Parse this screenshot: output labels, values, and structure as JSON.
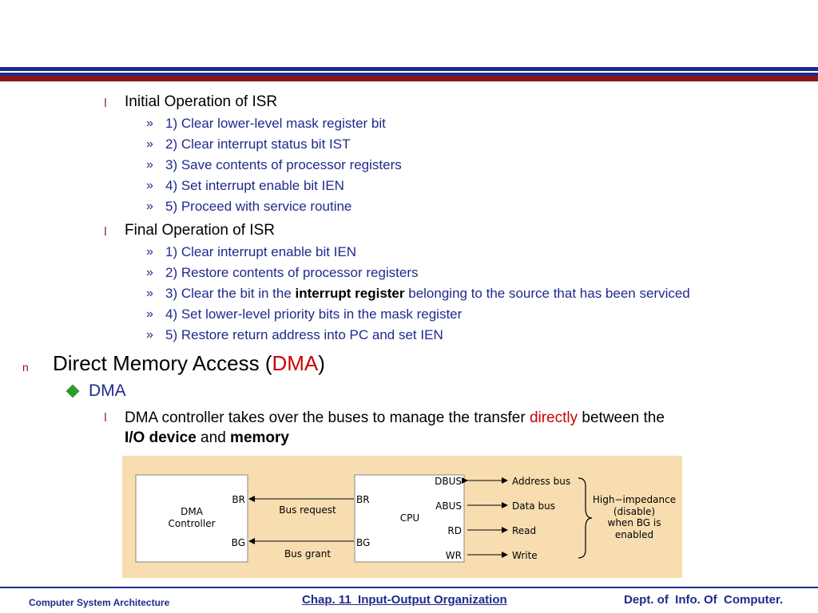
{
  "initial_isr": {
    "heading": "Initial Operation of ISR",
    "steps": [
      "1) Clear lower-level mask register bit",
      "2) Clear interrupt status bit IST",
      "3) Save contents of processor registers",
      "4) Set interrupt enable bit IEN",
      "5) Proceed with service routine"
    ]
  },
  "final_isr": {
    "heading": "Final Operation of ISR",
    "steps": [
      "1) Clear interrupt enable bit IEN",
      "2) Restore contents of processor registers",
      "3) Clear the bit in the ",
      "4) Set lower-level priority bits in the mask register",
      "5) Restore return address into PC and set IEN"
    ],
    "step3_bold": "interrupt register",
    "step3_rest": " belonging to the source that has been serviced"
  },
  "markers": {
    "l_bullet": "l",
    "sub_marker": "»",
    "n_bullet": "n"
  },
  "dma": {
    "heading_pre": "Direct Memory Access (",
    "heading_red": "DMA",
    "heading_post": ")",
    "sub_heading": "DMA",
    "desc_1": "DMA controller takes over the buses to manage the transfer ",
    "desc_red": "directly",
    "desc_2": " between the",
    "desc_bold_1": "I/O device",
    "desc_and": " and ",
    "desc_bold_2": "memory"
  },
  "diagram": {
    "dma_box_line1": "DMA",
    "dma_box_line2": "Controller",
    "dma_br": "BR",
    "dma_bg": "BG",
    "bus_request": "Bus request",
    "bus_grant": "Bus grant",
    "cpu_label": "CPU",
    "cpu_br": "BR",
    "cpu_bg": "BG",
    "cpu_dbus": "DBUS",
    "cpu_abus": "ABUS",
    "cpu_rd": "RD",
    "cpu_wr": "WR",
    "out_address": "Address bus",
    "out_data": "Data bus",
    "out_read": "Read",
    "out_write": "Write",
    "note_1": "High−impedance",
    "note_2": "(disable)",
    "note_3": "when BG is",
    "note_4": "enabled"
  },
  "footer": {
    "left": "Computer System Architecture",
    "center": "Chap. 11  Input-Output Organization",
    "right": "Dept. of  Info. Of  Computer."
  },
  "colors": {
    "navy": "#1f2a8c",
    "maroon": "#8b1414",
    "accent_red": "#cc0000",
    "diamond_green": "#2f9a2f",
    "diagram_bg": "#f7ddb0"
  }
}
